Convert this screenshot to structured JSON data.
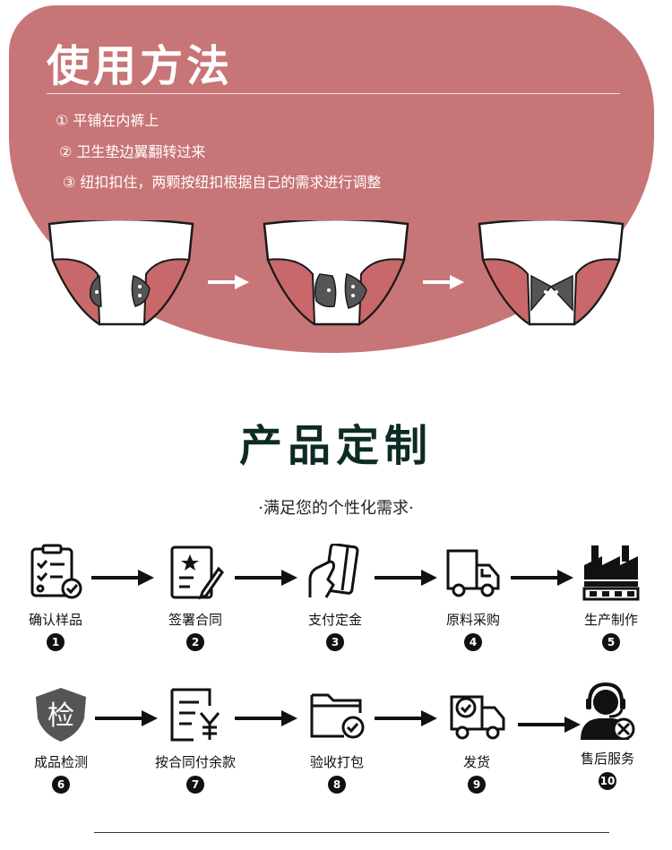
{
  "usage": {
    "title": "使用方法",
    "steps": [
      "① 平铺在内裤上",
      "② 卫生垫边翼翻转过来",
      "③ 纽扣扣住，两颗按纽扣根据自己的需求进行调整"
    ]
  },
  "custom": {
    "title": "产品定制",
    "subtitle": "·满足您的个性化需求·"
  },
  "process": [
    {
      "label": "确认样品",
      "num": "1",
      "icon": "checklist-icon"
    },
    {
      "label": "签署合同",
      "num": "2",
      "icon": "contract-sign-icon"
    },
    {
      "label": "支付定金",
      "num": "3",
      "icon": "card-payment-icon"
    },
    {
      "label": "原料采购",
      "num": "4",
      "icon": "truck-icon"
    },
    {
      "label": "生产制作",
      "num": "5",
      "icon": "factory-icon"
    },
    {
      "label": "成品检测",
      "num": "6",
      "icon": "inspection-shield-icon",
      "icon_text": "检"
    },
    {
      "label": "按合同付余款",
      "num": "7",
      "icon": "yen-bill-icon"
    },
    {
      "label": "验收打包",
      "num": "8",
      "icon": "folder-check-icon"
    },
    {
      "label": "发货",
      "num": "9",
      "icon": "delivery-truck-icon"
    },
    {
      "label": "售后服务",
      "num": "10",
      "icon": "customer-service-icon"
    }
  ],
  "colors": {
    "panel": "#c87577",
    "heading": "#0d2b24",
    "pad": "#c8686a",
    "button": "#555555"
  }
}
